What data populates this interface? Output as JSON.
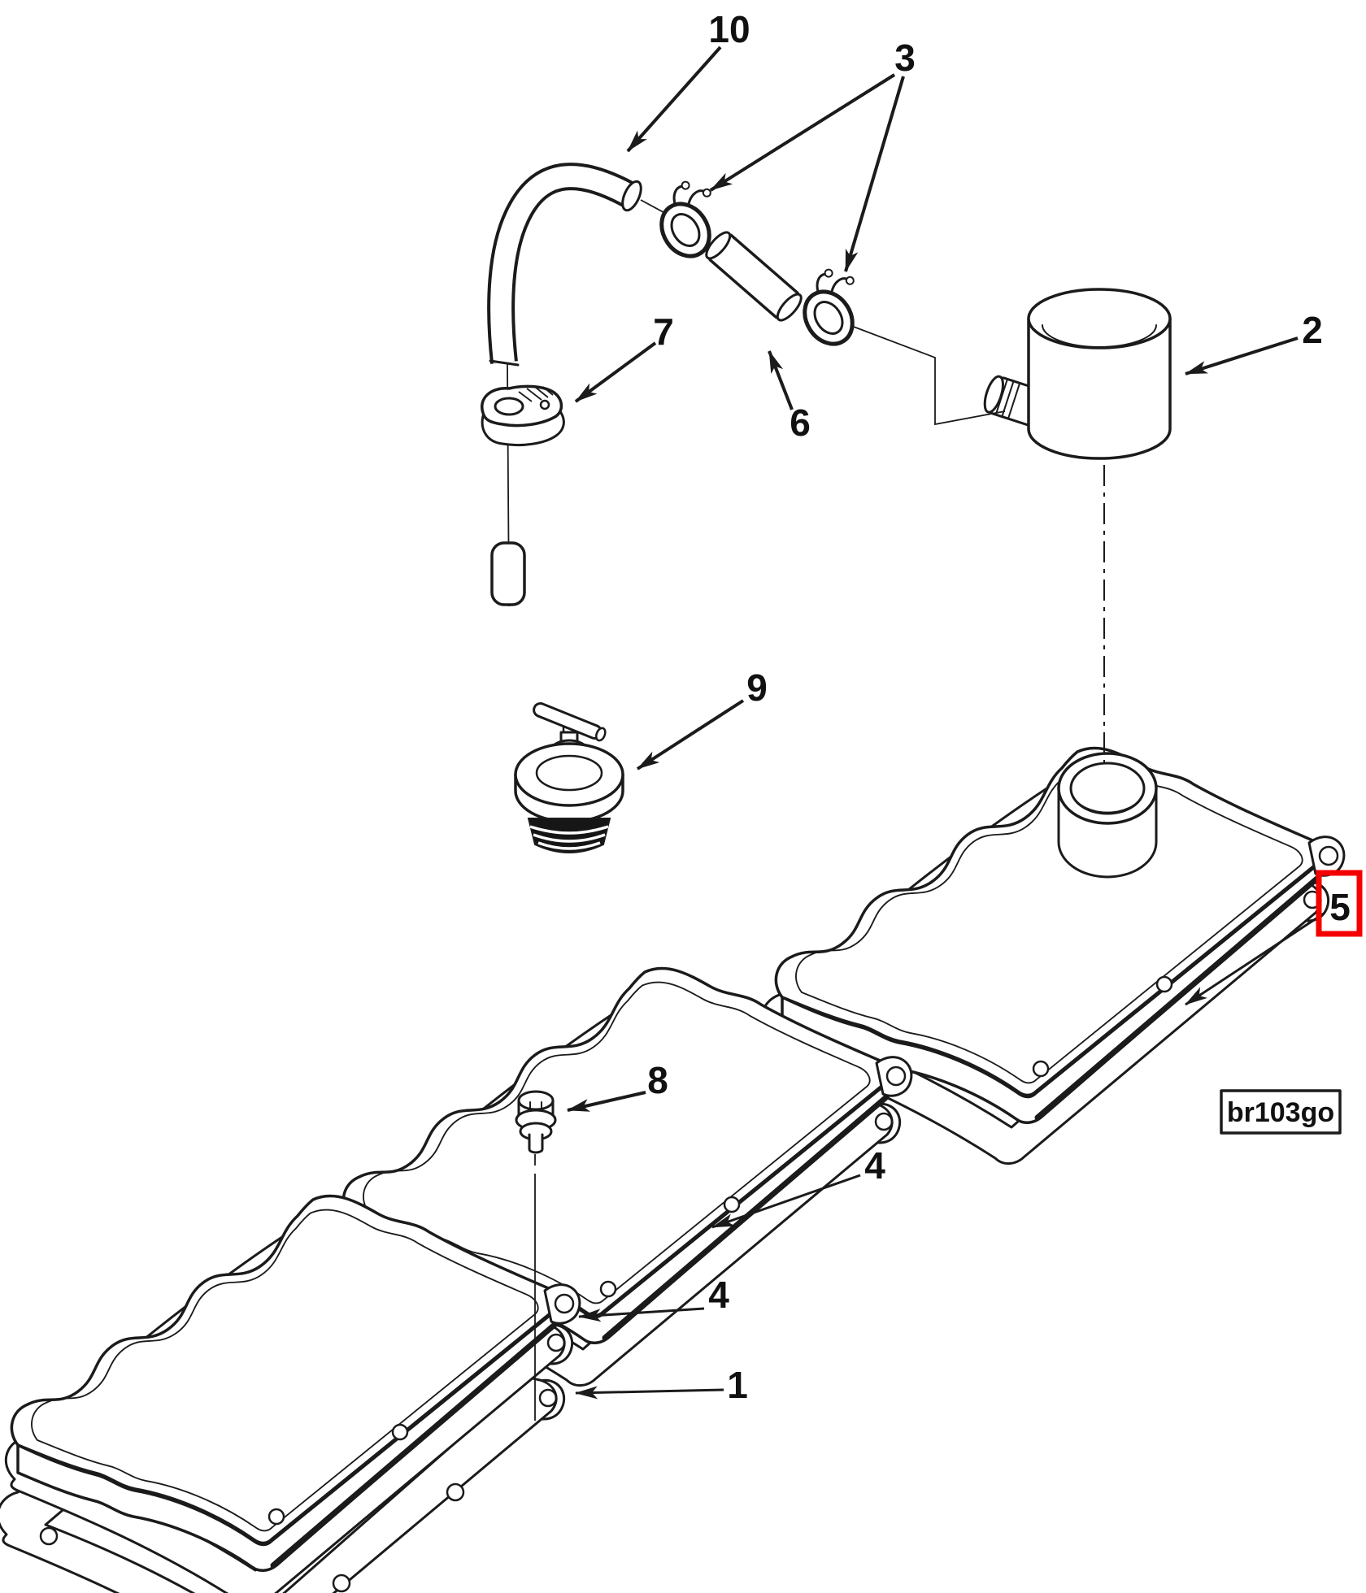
{
  "figure": {
    "kind": "exploded-parts-line-drawing",
    "background_color": "#ffffff",
    "line_color": "#1b1b1b",
    "highlight_box_color": "#f40000"
  },
  "callouts": [
    {
      "num": "10",
      "part_ref": "elbow-breather-hose"
    },
    {
      "num": "3",
      "part_ref": "spring-hose-clamps"
    },
    {
      "num": "2",
      "part_ref": "breather-canister"
    },
    {
      "num": "6",
      "part_ref": "connector-tube"
    },
    {
      "num": "7",
      "part_ref": "hose-clamp-bracket"
    },
    {
      "num": "9",
      "part_ref": "filler-plug"
    },
    {
      "num": "8",
      "part_ref": "cover-bolt"
    },
    {
      "num": "5",
      "part_ref": "right-cover-gasket",
      "highlighted": true
    },
    {
      "num": "4",
      "part_ref": "middle-cover-gasket"
    },
    {
      "num": "4",
      "part_ref": "bottom-cover-gasket"
    },
    {
      "num": "1",
      "part_ref": "separated-gasket"
    }
  ],
  "stamp": {
    "label": "br103go"
  }
}
